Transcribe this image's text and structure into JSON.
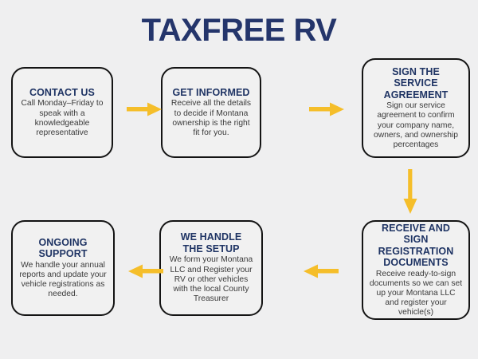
{
  "header": {
    "title": "TAXFREE RV"
  },
  "colors": {
    "background": "#efeff0",
    "box_fill": "#f1f1f1",
    "box_border": "#141414",
    "heading_navy": "#1f3464",
    "title_navy": "#24356b",
    "body_text": "#3a3a3a",
    "arrow_yellow": "#f5be2a"
  },
  "flow": {
    "steps": [
      {
        "id": "contact-us",
        "heading": "CONTACT US",
        "body": "Call Monday–Friday to speak with a knowledgeable representative"
      },
      {
        "id": "get-informed",
        "heading": "GET INFORMED",
        "body": "Receive all the details to decide if Montana ownership is the right fit for you."
      },
      {
        "id": "sign-service-agreement",
        "heading": "SIGN THE\nSERVICE\nAGREEMENT",
        "body": "Sign our service agreement to confirm your company name, owners, and ownership percentages"
      },
      {
        "id": "receive-sign-registration-documents",
        "heading": "RECEIVE AND\nSIGN\nREGISTRATION\nDOCUMENTS",
        "body": "Receive ready-to-sign documents so we can set up your Montana LLC and register your vehicle(s)"
      },
      {
        "id": "we-handle-the-setup",
        "heading": "WE HANDLE\nTHE SETUP",
        "body": "We form your Montana LLC and Register your RV or other vehicles with the local County Treasurer"
      },
      {
        "id": "ongoing-support",
        "heading": "ONGOING\nSUPPORT",
        "body": "We handle your annual reports and update your vehicle registrations as needed."
      }
    ],
    "connectors": [
      {
        "id": "contact-to-informed",
        "direction": "right"
      },
      {
        "id": "informed-to-agreement",
        "direction": "right"
      },
      {
        "id": "agreement-to-registration",
        "direction": "down"
      },
      {
        "id": "registration-to-setup",
        "direction": "left"
      },
      {
        "id": "setup-to-support",
        "direction": "left"
      }
    ]
  }
}
